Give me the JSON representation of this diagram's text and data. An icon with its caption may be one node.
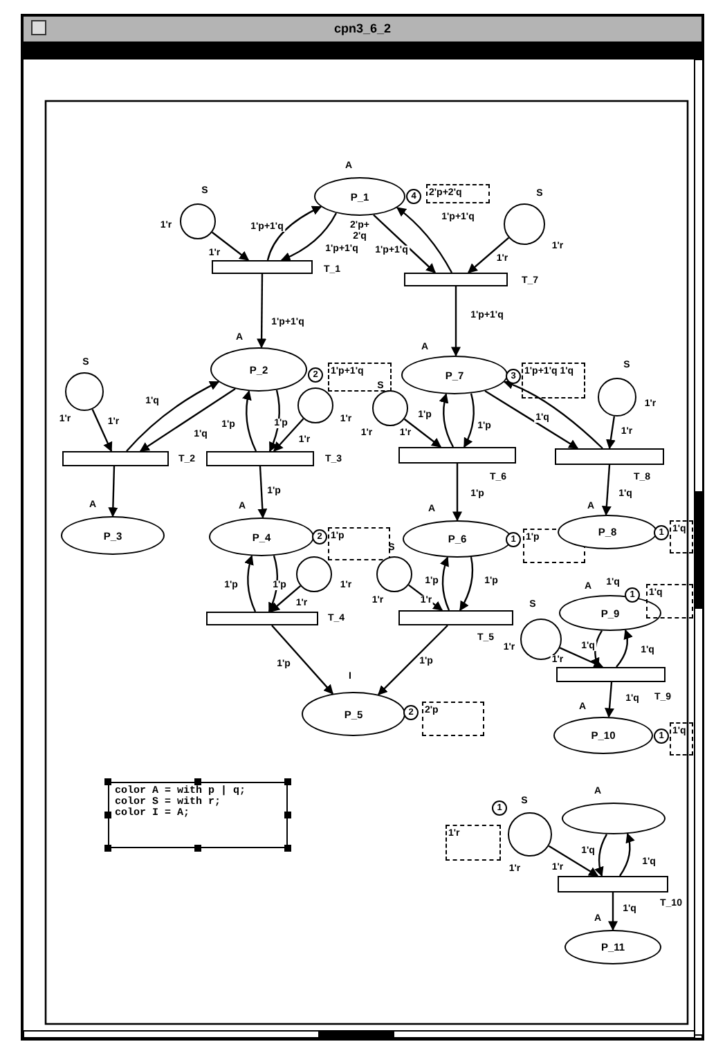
{
  "diagram": {
    "title": "cpn3_6_2",
    "nodes": [
      {
        "text": [
          "P_1"
        ],
        "beside": [
          "A",
          "4",
          "2'p+2'q"
        ]
      },
      {
        "text": [],
        "shape": "circle",
        "beside": [
          "S",
          "1'r"
        ]
      },
      {
        "text": [],
        "shape": "circle",
        "beside": [
          "S",
          "1'r"
        ]
      },
      {
        "text": [],
        "shape": "bar",
        "beside": [
          "T_1"
        ]
      },
      {
        "text": [],
        "shape": "bar",
        "beside": [
          "T_7"
        ]
      },
      {
        "text": [
          "P_2"
        ],
        "beside": [
          "A",
          "2",
          "1'p+1'q"
        ]
      },
      {
        "text": [
          "P_7"
        ],
        "beside": [
          "A",
          "3",
          "1'p+1'q 1'q"
        ]
      },
      {
        "text": [],
        "shape": "circle",
        "beside": [
          "S",
          "1'r"
        ]
      },
      {
        "text": [],
        "shape": "circle",
        "beside": [
          "1'r"
        ]
      },
      {
        "text": [],
        "shape": "circle",
        "beside": [
          "S",
          "1'r"
        ]
      },
      {
        "text": [],
        "shape": "circle",
        "beside": [
          "S",
          "1'r"
        ]
      },
      {
        "text": [],
        "shape": "bar",
        "beside": [
          "T_2"
        ]
      },
      {
        "text": [],
        "shape": "bar",
        "beside": [
          "T_3"
        ]
      },
      {
        "text": [],
        "shape": "bar",
        "beside": [
          "T_6"
        ]
      },
      {
        "text": [],
        "shape": "bar",
        "beside": [
          "T_8"
        ]
      },
      {
        "text": [
          "P_3"
        ],
        "beside": [
          "A"
        ]
      },
      {
        "text": [
          "P_4"
        ],
        "beside": [
          "A",
          "2",
          "1'p"
        ]
      },
      {
        "text": [
          "P_6"
        ],
        "beside": [
          "A",
          "1",
          "1'p"
        ]
      },
      {
        "text": [
          "P_8"
        ],
        "beside": [
          "A",
          "1",
          "1'q"
        ]
      },
      {
        "text": [],
        "shape": "circle",
        "beside": [
          "1'r"
        ]
      },
      {
        "text": [],
        "shape": "circle",
        "beside": [
          "S",
          "1'r"
        ]
      },
      {
        "text": [
          "P_9"
        ],
        "beside": [
          "A",
          "1'q",
          "1",
          "1'q"
        ]
      },
      {
        "text": [],
        "shape": "circle",
        "beside": [
          "S",
          "1'r"
        ]
      },
      {
        "text": [],
        "shape": "bar",
        "beside": [
          "T_4"
        ]
      },
      {
        "text": [],
        "shape": "bar",
        "beside": [
          "T_5"
        ]
      },
      {
        "text": [],
        "shape": "bar",
        "beside": [
          "T_9"
        ]
      },
      {
        "text": [
          "P_5"
        ],
        "beside": [
          "I",
          "2",
          "2'p"
        ]
      },
      {
        "text": [
          "P_10"
        ],
        "beside": [
          "A",
          "1",
          "1'q"
        ]
      },
      {
        "text": [],
        "shape": "ellipse",
        "beside": [
          "A"
        ]
      },
      {
        "text": [],
        "shape": "circle",
        "beside": [
          "S",
          "1",
          "1'r"
        ]
      },
      {
        "text": [],
        "shape": "bar",
        "beside": [
          "T_10"
        ]
      },
      {
        "text": [
          "P_11"
        ],
        "beside": [
          "A"
        ]
      },
      {
        "text": [
          "color A = with p | q;",
          "color S = with r;",
          "color I = A;"
        ]
      }
    ],
    "edges": [
      {
        "from": 1,
        "to": 3,
        "arrow": "to",
        "label": "1'r"
      },
      {
        "from": 3,
        "to": 0,
        "arrow": "to",
        "label": "1'p+1'q"
      },
      {
        "from": 0,
        "to": 3,
        "arrow": "to",
        "label": "1'p+1'q"
      },
      {
        "from": 0,
        "to": 4,
        "arrow": "to",
        "label": "1'p+1'q"
      },
      {
        "from": 4,
        "to": 0,
        "arrow": "to",
        "label": "1'p+1'q"
      },
      {
        "from": 2,
        "to": 4,
        "arrow": "to",
        "label": "1'r"
      },
      {
        "from": 3,
        "to": 5,
        "arrow": "to",
        "label": "1'p+1'q"
      },
      {
        "from": 4,
        "to": 6,
        "arrow": "to",
        "label": "1'p+1'q"
      },
      {
        "from": 7,
        "to": 11,
        "arrow": "to",
        "label": "1'r"
      },
      {
        "from": 5,
        "to": 11,
        "arrow": "to",
        "label": "1'q"
      },
      {
        "from": 11,
        "to": 5,
        "arrow": "to",
        "label": "1'q"
      },
      {
        "from": 5,
        "to": 12,
        "arrow": "to",
        "label": "1'p"
      },
      {
        "from": 12,
        "to": 5,
        "arrow": "to",
        "label": "1'p"
      },
      {
        "from": 8,
        "to": 12,
        "arrow": "to",
        "label": "1'r"
      },
      {
        "from": 9,
        "to": 13,
        "arrow": "to",
        "label": "1'r"
      },
      {
        "from": 13,
        "to": 6,
        "arrow": "to",
        "label": "1'p"
      },
      {
        "from": 6,
        "to": 13,
        "arrow": "to",
        "label": "1'p"
      },
      {
        "from": 6,
        "to": 14,
        "arrow": "to",
        "label": "1'q"
      },
      {
        "from": 14,
        "to": 6,
        "arrow": "to"
      },
      {
        "from": 10,
        "to": 14,
        "arrow": "to",
        "label": "1'r"
      },
      {
        "from": 11,
        "to": 15,
        "arrow": "to"
      },
      {
        "from": 12,
        "to": 16,
        "arrow": "to",
        "label": "1'p"
      },
      {
        "from": 13,
        "to": 17,
        "arrow": "to",
        "label": "1'p"
      },
      {
        "from": 14,
        "to": 18,
        "arrow": "to",
        "label": "1'q"
      },
      {
        "from": 23,
        "to": 16,
        "arrow": "to",
        "label": "1'p"
      },
      {
        "from": 16,
        "to": 23,
        "arrow": "to",
        "label": "1'p"
      },
      {
        "from": 19,
        "to": 23,
        "arrow": "to",
        "label": "1'r"
      },
      {
        "from": 20,
        "to": 24,
        "arrow": "to",
        "label": "1'r"
      },
      {
        "from": 24,
        "to": 17,
        "arrow": "to",
        "label": "1'p"
      },
      {
        "from": 17,
        "to": 24,
        "arrow": "to",
        "label": "1'p"
      },
      {
        "from": 22,
        "to": 25,
        "arrow": "to",
        "label": "1'r"
      },
      {
        "from": 21,
        "to": 25,
        "arrow": "to",
        "label": "1'q"
      },
      {
        "from": 25,
        "to": 21,
        "arrow": "to",
        "label": "1'q"
      },
      {
        "from": 23,
        "to": 26,
        "arrow": "to",
        "label": "1'p"
      },
      {
        "from": 24,
        "to": 26,
        "arrow": "to",
        "label": "1'p"
      },
      {
        "from": 25,
        "to": 27,
        "arrow": "to",
        "label": "1'q"
      },
      {
        "from": 29,
        "to": 30,
        "arrow": "to",
        "label": "1'r"
      },
      {
        "from": 28,
        "to": 30,
        "arrow": "to",
        "label": "1'q"
      },
      {
        "from": 30,
        "to": 28,
        "arrow": "to",
        "label": "1'q"
      },
      {
        "from": 30,
        "to": 31,
        "arrow": "to",
        "label": "1'q"
      }
    ],
    "labels": [
      "2'p+ 2'q",
      "1'r"
    ]
  }
}
